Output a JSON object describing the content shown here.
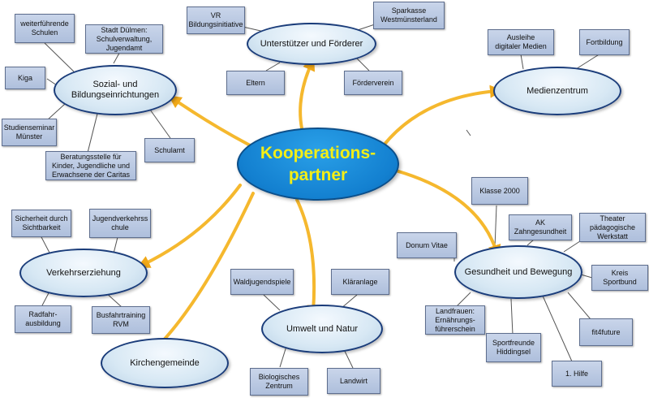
{
  "center": {
    "label": "Kooperations-\npartner"
  },
  "hubs": {
    "sozial": "Sozial- und\nBildungseinrichtungen",
    "unterstuetzer": "Unterstützer und Förderer",
    "medien": "Medienzentrum",
    "verkehr": "Verkehrserziehung",
    "kirche": "Kirchengemeinde",
    "umwelt": "Umwelt und Natur",
    "gesundheit": "Gesundheit und Bewegung"
  },
  "leaves": {
    "weiterfuehrende": "weiterführende\nSchulen",
    "stadt": "Stadt Dülmen:\nSchulverwaltung,\nJugendamt",
    "kiga": "Kiga",
    "studienseminar": "Studienseminar\nMünster",
    "beratung": "Beratungsstelle für\nKinder, Jugendliche und\nErwachsene der Caritas",
    "schulamt": "Schulamt",
    "vr": "VR\nBildungsinitiative",
    "sparkasse": "Sparkasse\nWestmünsterland",
    "eltern": "Eltern",
    "foerderverein": "Förderverein",
    "ausleihe": "Ausleihe\ndigitaler Medien",
    "fortbildung": "Fortbildung",
    "sicherheit": "Sicherheit durch\nSichtbarkeit",
    "jugendverkehr": "Jugendverkehrss\nchule",
    "radfahr": "Radfahr-\nausbildung",
    "busfahr": "Busfahrtraining\nRVM",
    "wald": "Waldjugendspiele",
    "klaer": "Kläranlage",
    "bio": "Biologisches\nZentrum",
    "landwirt": "Landwirt",
    "klasse2000": "Klasse 2000",
    "ak": "AK\nZahngesundheit",
    "theater": "Theater\npädagogische\nWerkstatt",
    "donum": "Donum Vitae",
    "kreis": "Kreis Sportbund",
    "landfrauen": "Landfrauen:\nErnährungs-\nführerschein",
    "fit4future": "fit4future",
    "sportfreunde": "Sportfreunde\nHiddingsel",
    "hilfe": "1. Hilfe"
  },
  "colors": {
    "center_fill": "#1380d0",
    "center_text": "#f3ee16",
    "hub_fill": "#dbe9f5",
    "hub_border": "#1a3c7a",
    "leaf_fill": "#b9c8e2",
    "arrow": "#f5b82e",
    "connector": "#555555"
  }
}
